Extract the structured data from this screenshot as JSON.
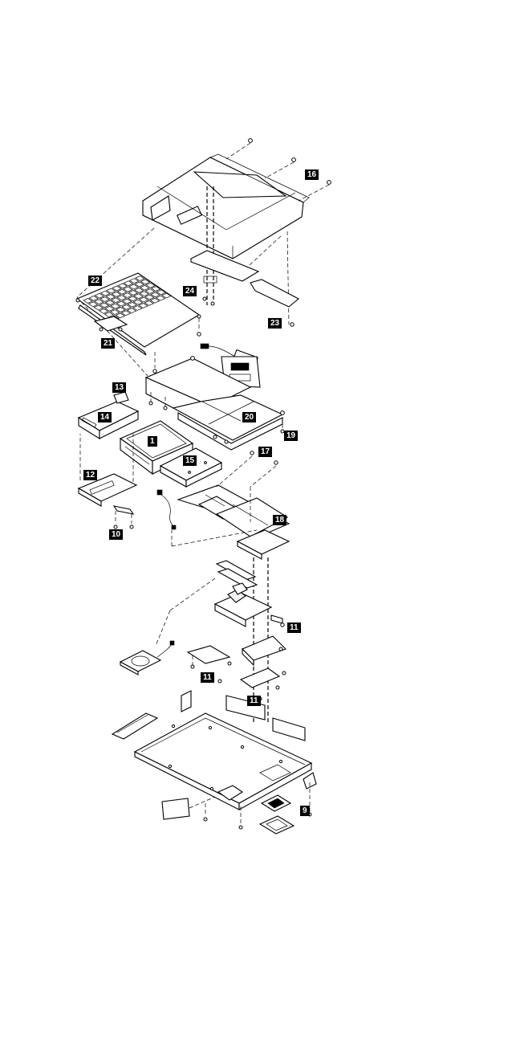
{
  "diagram": {
    "callouts": {
      "c16": "16",
      "c22": "22",
      "c24": "24",
      "c23": "23",
      "c21": "21",
      "c13": "13",
      "c14": "14",
      "c20": "20",
      "c19": "19",
      "c1": "1",
      "c15": "15",
      "c17": "17",
      "c12": "12",
      "c18": "18",
      "c10": "10",
      "c11a": "11",
      "c11b": "11",
      "c11c": "11",
      "c9": "9"
    }
  }
}
